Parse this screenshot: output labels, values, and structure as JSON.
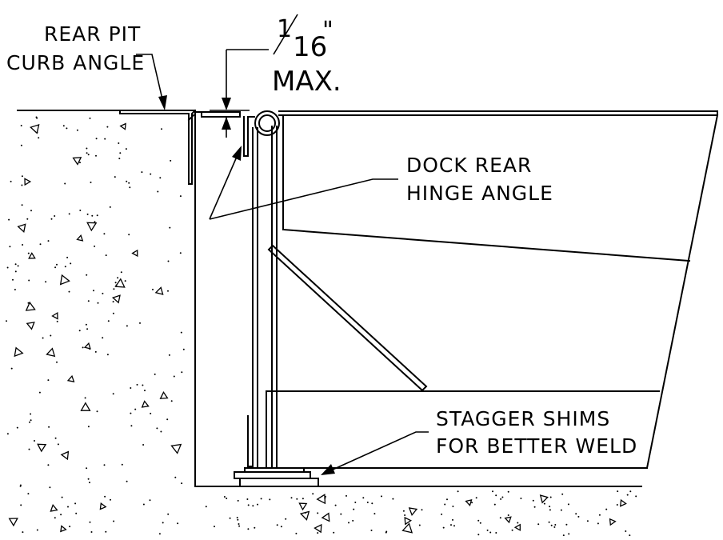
{
  "labels": {
    "curb_line1": "REAR PIT",
    "curb_line2": "CURB ANGLE",
    "gap_numerator": "1",
    "gap_denominator": "16",
    "gap_unit": "\"",
    "gap_max": "MAX.",
    "hinge_line1": "DOCK REAR",
    "hinge_line2": "HINGE ANGLE",
    "shims_line1": "STAGGER SHIMS",
    "shims_line2": "FOR BETTER WELD"
  },
  "colors": {
    "ink": "#000000",
    "paper": "#ffffff"
  }
}
